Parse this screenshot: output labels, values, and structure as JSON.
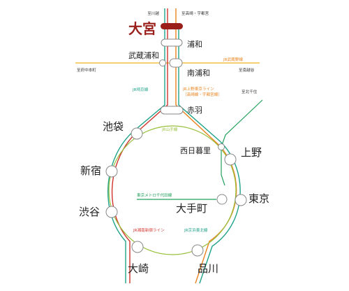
{
  "colors": {
    "omiya": "#9a1f1a",
    "saikyo": "#1fa28a",
    "tohoku": "#e9831f",
    "shonan": "#d0342c",
    "yamanote": "#98c13d",
    "musashino": "#f0b323",
    "chiyoda": "#22a05c",
    "text": "#222222"
  },
  "hub": {
    "name": "大宮"
  },
  "stations": {
    "urawa": "浦和",
    "musashi_urawa": "武蔵浦和",
    "minami_urawa": "南浦和",
    "akabane": "赤羽",
    "ikebukuro": "池袋",
    "nishi_nippori": "西日暮里",
    "ueno": "上野",
    "shinjuku": "新宿",
    "tokyo": "東京",
    "otemachi": "大手町",
    "shibuya": "渋谷",
    "osaki": "大崎",
    "shinagawa": "品川"
  },
  "destinations": {
    "kawagoe": "至川越",
    "takasaki_utsunomiya": "至高崎・宇都宮",
    "fuchu_hommachi": "至府中本町",
    "minami_koshigaya": "至南越谷",
    "kita_senju": "至北千住"
  },
  "line_labels": {
    "musashino": "JR武蔵野線",
    "saikyo": "JR埼京線",
    "ueno_tokyo_1": "JR上野東京ライン",
    "ueno_tokyo_2": "（高崎線・宇都宮線）",
    "yamanote": "JR山手線",
    "chiyoda": "東京メトロ千代田線",
    "shonan": "JR湘南新宿ライン",
    "keihin": "JR京浜東北線"
  }
}
